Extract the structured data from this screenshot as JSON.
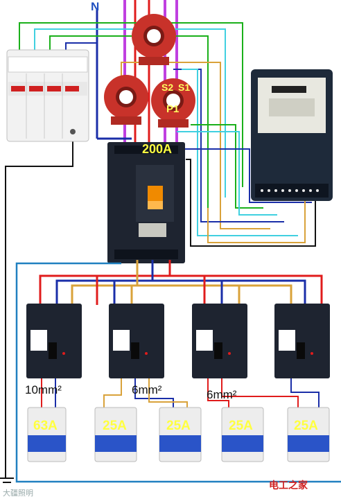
{
  "labels": {
    "neutral": "N",
    "main_breaker_rating": "200A",
    "ct_s2": "S2",
    "ct_s1": "S1",
    "ct_p1": "P1"
  },
  "wire_sizes": [
    "10mm²",
    "6mm²",
    "6mm²"
  ],
  "mcb_ratings": [
    "63A",
    "25A",
    "25A",
    "25A",
    "25A"
  ],
  "watermark": "大疆照明",
  "brand": "电工之家",
  "colors": {
    "phase_a": "#e01c1c",
    "phase_b": "#1a2ea8",
    "phase_c": "#d9a23a",
    "neutral": "#c040e0",
    "ct_wire_green": "#1ab01a",
    "ct_wire_cyan": "#40d0e0",
    "ground": "#111111",
    "pe_blue": "#2080c0"
  }
}
